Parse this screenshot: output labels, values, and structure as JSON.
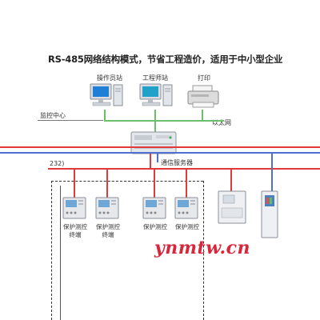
{
  "title": "RS-485网络结构模式，节省工程造价，适用于中小型企业",
  "labels": {
    "operator_station": "操作员站",
    "engineer_station": "工程师站",
    "printer": "打印",
    "monitor_center": "监控中心",
    "ethernet": "以太网",
    "comm_server": "通信服务器",
    "bus_232": "232)",
    "protect_terminal_line1": "保护测控",
    "protect_terminal_line2": "终端"
  },
  "watermark": "ynmtw.cn",
  "colors": {
    "bus_red": "#e23a3a",
    "bus_blue": "#4f6fd0",
    "ethernet_green": "#6bbf6b",
    "watermark_red": "#d8263a"
  },
  "icons": [
    "computer-icon",
    "printer-icon",
    "server-icon",
    "terminal-icon",
    "meter-icon"
  ]
}
